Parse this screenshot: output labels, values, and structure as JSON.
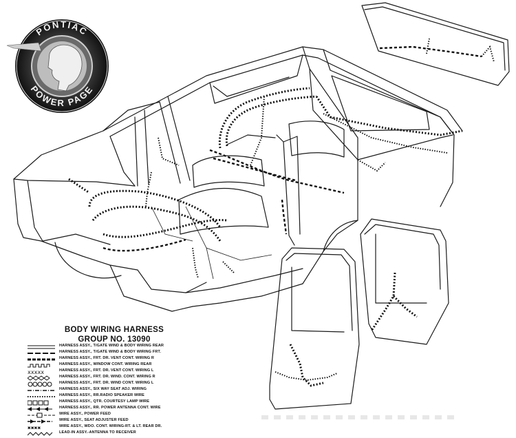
{
  "badge": {
    "text": "PONTIAC POWER PAGE"
  },
  "legend": {
    "title_line1": "BODY WIRING HARNESS",
    "title_line2": "GROUP NO. 13090",
    "items": [
      {
        "label": "HARNESS ASSY., T/GATE WIND & BODY WIRING REAR",
        "symbol": "double-line"
      },
      {
        "label": "HARNESS ASSY., T/GATE WIND & BODY WIRING FRT.",
        "symbol": "long-dash"
      },
      {
        "label": "HARNESS ASSY., FRT. DR. VENT CONT. WIRING R",
        "symbol": "heavy-dash"
      },
      {
        "label": "HARNESS ASSY., WINDOW CONT. WIRING REAR",
        "symbol": "square-wave"
      },
      {
        "label": "HARNESS ASSY., FRT. DR. VENT CONT. WIRING L",
        "symbol": "cross"
      },
      {
        "label": "HARNESS ASSY., FRT. DR. WIND. CONT. WIRING R",
        "symbol": "diamond-chain"
      },
      {
        "label": "HARNESS ASSY., FRT. DR. WIND CONT. WIRING L",
        "symbol": "circle-chain"
      },
      {
        "label": "HARNESS ASSY., SIX WAY SEAT ADJ. WIRING",
        "symbol": "dash-dot"
      },
      {
        "label": "HARNESS ASSY., RR.RADIO SPEAKER WIRE",
        "symbol": "dots"
      },
      {
        "label": "HARNESS ASSY., QTR. COURTESY LAMP WIRE",
        "symbol": "box-chain"
      },
      {
        "label": "HARNESS ASSY., RR. POWER ANTENNA CONT. WIRE",
        "symbol": "triangle"
      },
      {
        "label": "WIRE ASSY., POWER FEED",
        "symbol": "box-dash"
      },
      {
        "label": "WIRE ASSY., SEAT ADJUSTER FEED",
        "symbol": "arrow-dash"
      },
      {
        "label": "WIRE ASSY., WDO. CONT. WIRING-RT. & LT. REAR DR.",
        "symbol": "x-chain"
      },
      {
        "label": "LEAD-IN ASSY.-ANTENNA TO RECEIVER",
        "symbol": "zigzag"
      }
    ]
  }
}
